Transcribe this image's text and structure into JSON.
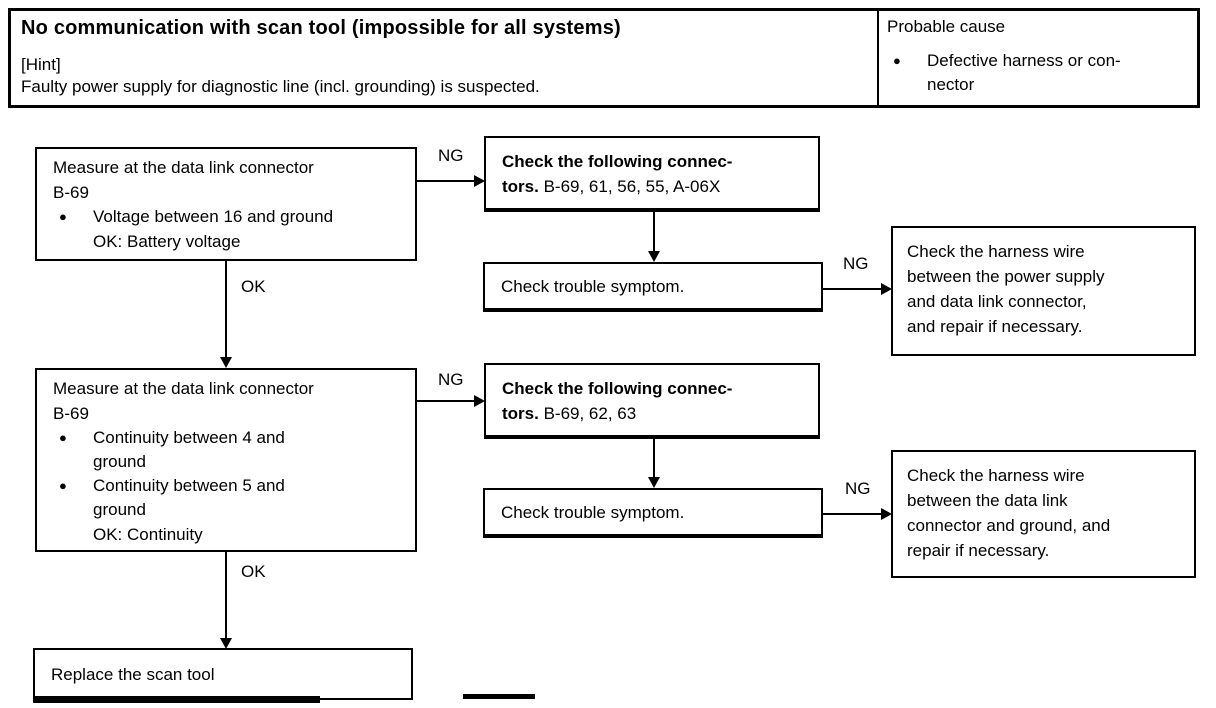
{
  "labels": {
    "ng": "NG",
    "ok": "OK"
  },
  "header": {
    "title": "No communication with scan tool (impossible for all systems)",
    "hint_label": "[Hint]",
    "hint_text": "Faulty power supply for diagnostic line (incl. grounding) is suspected.",
    "probable_cause": {
      "label": "Probable cause",
      "items": [
        "Defective harness or con-\nnector"
      ]
    }
  },
  "flow": {
    "measure_voltage": {
      "title_line1": "Measure at the data link connector",
      "title_line2": "B-69",
      "bullets": [
        "Voltage between 16 and ground"
      ],
      "ok_line": "OK: Battery voltage"
    },
    "check_connectors_1": {
      "bold_line1": "Check the following connec-",
      "bold_line2": "tors.",
      "connectors": "B-69, 61, 56, 55, A-06X"
    },
    "check_symptom_1": {
      "text": "Check trouble symptom."
    },
    "harness_power": {
      "text": "Check the harness wire\nbetween the power supply\nand data link connector,\nand repair if necessary."
    },
    "measure_continuity": {
      "title_line1": "Measure at the data link connector",
      "title_line2": "B-69",
      "bullets": [
        "Continuity between 4 and\nground",
        "Continuity between 5 and\nground"
      ],
      "ok_line": "OK: Continuity"
    },
    "check_connectors_2": {
      "bold_line1": "Check the following connec-",
      "bold_line2": "tors.",
      "connectors": "B-69, 62, 63"
    },
    "check_symptom_2": {
      "text": "Check trouble symptom."
    },
    "harness_ground": {
      "text": "Check the harness wire\nbetween the data link\nconnector and ground, and\nrepair if necessary."
    },
    "replace_scan_tool": {
      "text": "Replace the scan tool"
    }
  }
}
